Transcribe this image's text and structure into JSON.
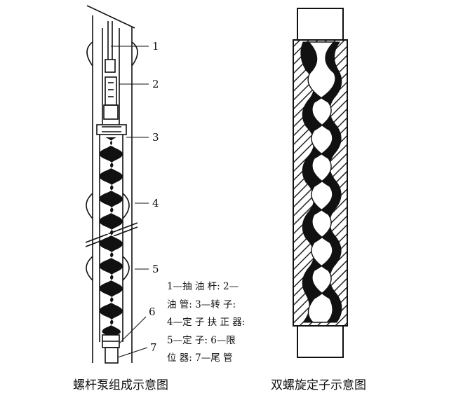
{
  "left_figure": {
    "callouts": [
      "1",
      "2",
      "3",
      "4",
      "5",
      "6",
      "7"
    ],
    "legend_lines": [
      "1—抽 油 杆: 2—",
      "油 管: 3—转 子:",
      "4—定 子 扶 正 器:",
      "5—定 子: 6—限",
      "位 器: 7—尾 管"
    ],
    "caption": "螺杆泵组成示意图"
  },
  "right_figure": {
    "caption": "双螺旋定子示意图"
  }
}
